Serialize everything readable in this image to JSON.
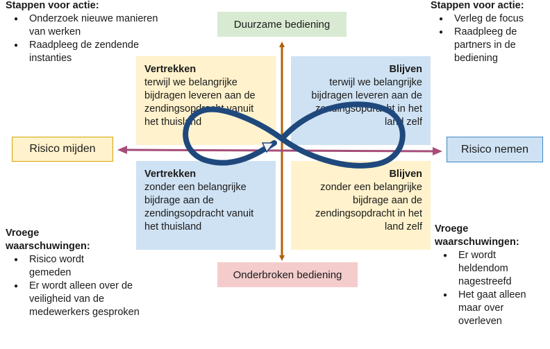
{
  "top_left": {
    "heading": "Stappen voor actie:",
    "items": [
      "Onderzoek nieuwe manieren van werken",
      "Raadpleeg de zendende instanties"
    ]
  },
  "top_right": {
    "heading": "Stappen voor actie:",
    "items": [
      "Verleg de focus",
      "Raadpleeg de partners in de bediening"
    ]
  },
  "bottom_left": {
    "heading": "Vroege waarschuwingen:",
    "items": [
      "Risico wordt gemeden",
      "Er wordt alleen over de veiligheid van de medewerkers gesproken"
    ]
  },
  "bottom_right": {
    "heading": "Vroege waarschuwingen:",
    "items": [
      "Er wordt heldendom nagestreefd",
      "Het gaat alleen maar over overleven"
    ]
  },
  "axis_labels": {
    "top": "Duurzame bediening",
    "bottom": "Onderbroken bediening",
    "left": "Risico mijden",
    "right": "Risico nemen"
  },
  "quadrants": {
    "top_left": {
      "heading": "Vertrekken",
      "text": "terwijl we belangrijke bijdragen leveren aan de zendingsopdracht vanuit het thuisland"
    },
    "top_right": {
      "heading": "Blijven",
      "text": "terwijl we belangrijke bijdragen leveren aan de zendingsopdracht in het land zelf"
    },
    "bottom_left": {
      "heading": "Vertrekken",
      "text": "zonder een belangrijke bijdrage aan de zendingsopdracht vanuit het  thuisland"
    },
    "bottom_right": {
      "heading": "Blijven",
      "text": "zonder een belangrijke bijdrage aan de zendingsopdracht in het land zelf"
    }
  },
  "colors": {
    "yellow_fill": "#fff2cc",
    "blue_fill": "#cfe2f3",
    "green_fill": "#d9ead3",
    "pink_fill": "#f4cccc",
    "vertical_axis": "#b45f06",
    "horizontal_axis": "#a64d79",
    "infinity_loop": "#1f497d"
  }
}
